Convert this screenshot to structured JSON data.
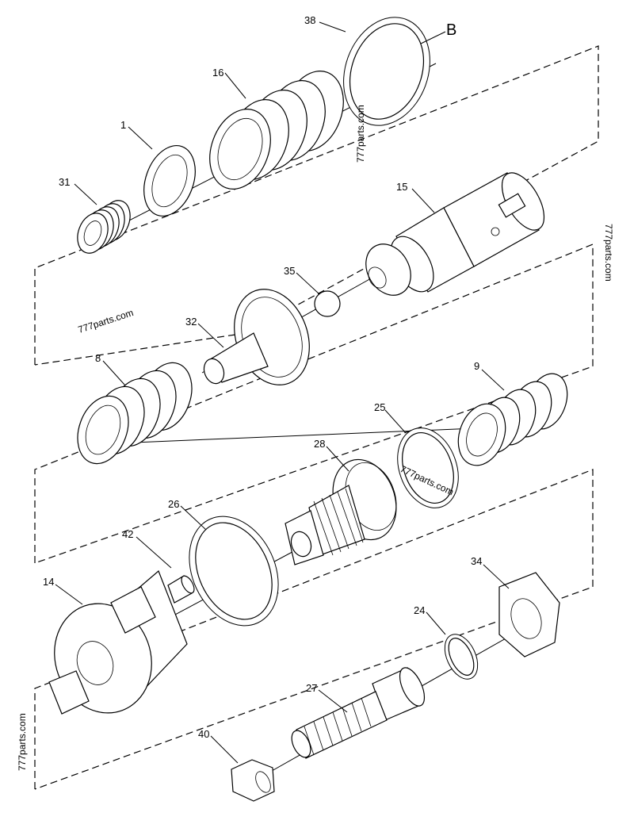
{
  "view_label": "B",
  "callouts": {
    "p38": "38",
    "p16": "16",
    "p1": "1",
    "p31": "31",
    "p15": "15",
    "p35": "35",
    "p32": "32",
    "p8": "8",
    "p9": "9",
    "p25": "25",
    "p28": "28",
    "p26": "26",
    "p42": "42",
    "p14": "14",
    "p34": "34",
    "p24": "24",
    "p27": "27",
    "p40": "40"
  },
  "watermarks": {
    "w1": "777parts.com",
    "w2": "777parts.com",
    "w3": "777parts.com",
    "w4": "777parts.com",
    "w5": "777parts.com"
  }
}
